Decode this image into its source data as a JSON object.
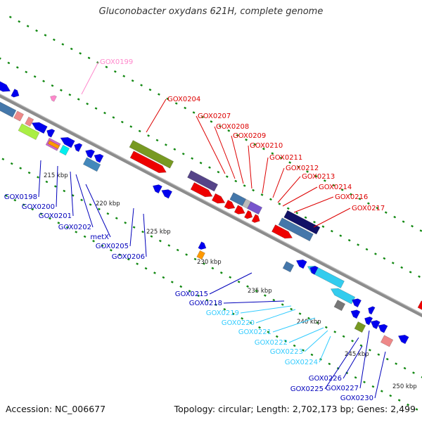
{
  "title": "Gluconobacter oxydans 621H, complete genome",
  "accession": "Accession: NC_006677",
  "summary": "Topology: circular; Length: 2,702,173 bp; Genes: 2,499",
  "ticks": [
    "215 kbp",
    "220 kbp",
    "225 kbp",
    "230 kbp",
    "235 kbp",
    "240 kbp",
    "245 kbp",
    "250 kbp"
  ],
  "colors": {
    "backbone": "#8c8c8c",
    "forward_label": "#dd0000",
    "reverse_label": "#0000bb",
    "rna_label": "#33ccff",
    "pseudo_label": "#ff88cc",
    "dots": "#118811"
  },
  "forward_labels": [
    "GOX0204",
    "GOX0207",
    "GOX0208",
    "GOX0209",
    "GOX0210",
    "GOX0211",
    "GOX0212",
    "GOX0213",
    "GOX0214",
    "GOX0216",
    "GOX0217"
  ],
  "reverse_labels": [
    "GOX0198",
    "GOX0200",
    "GOX0201",
    "GOX0202",
    "metX",
    "GOX0205",
    "GOX0206",
    "GOX0215",
    "GOX0218",
    "GOX0226",
    "GOX0225",
    "GOX0227",
    "GOX0230"
  ],
  "rna_labels": [
    "GOX0219",
    "GOX0220",
    "GOX0221",
    "GOX0222",
    "GOX0223",
    "GOX0224"
  ],
  "pseudo_labels": [
    "GOX0199"
  ]
}
